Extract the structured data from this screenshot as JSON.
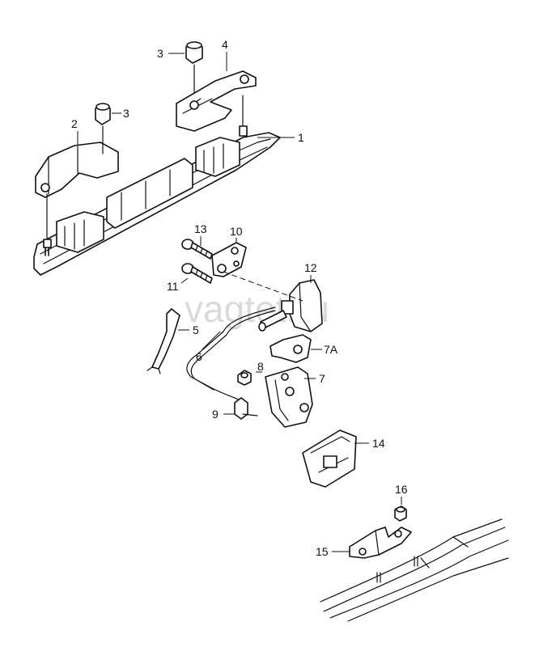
{
  "watermark": "vagtet.ru",
  "callouts": {
    "c1": "1",
    "c2": "2",
    "c3a": "3",
    "c3b": "3",
    "c4": "4",
    "c5": "5",
    "c6": "6",
    "c7": "7",
    "c7a": "7A",
    "c8": "8",
    "c9": "9",
    "c10": "10",
    "c11": "11",
    "c12": "12",
    "c13": "13",
    "c14": "14",
    "c15": "15",
    "c16": "16"
  }
}
